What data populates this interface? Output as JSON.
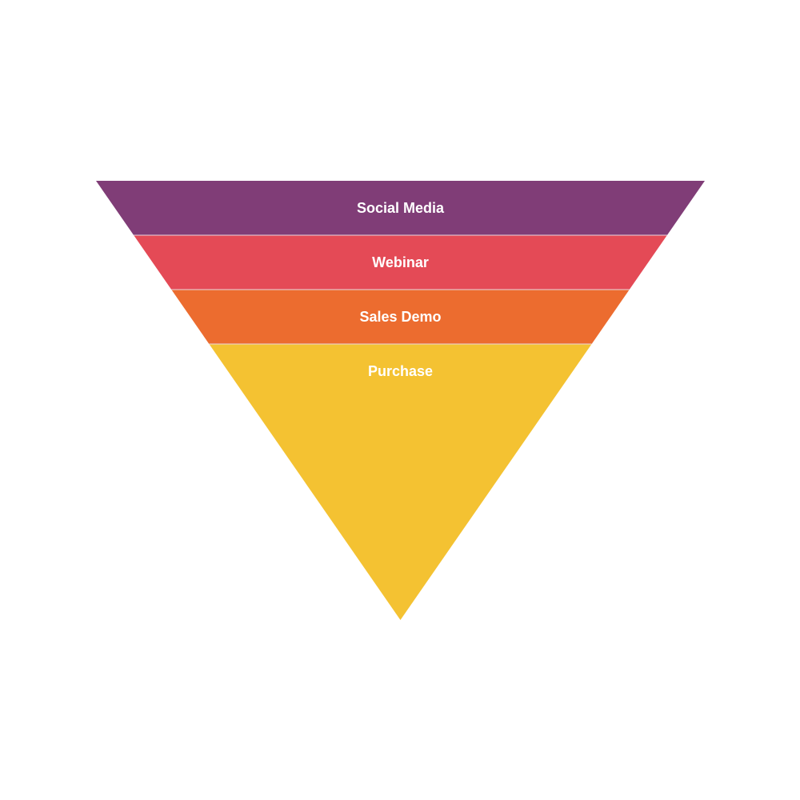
{
  "funnel": {
    "stages": [
      {
        "label": "Social Media",
        "color": "#803D77"
      },
      {
        "label": "Webinar",
        "color": "#E44A56"
      },
      {
        "label": "Sales Demo",
        "color": "#EC6C2F"
      },
      {
        "label": "Purchase",
        "color": "#F4C232"
      }
    ],
    "divider_color": "#e8d8e0"
  }
}
